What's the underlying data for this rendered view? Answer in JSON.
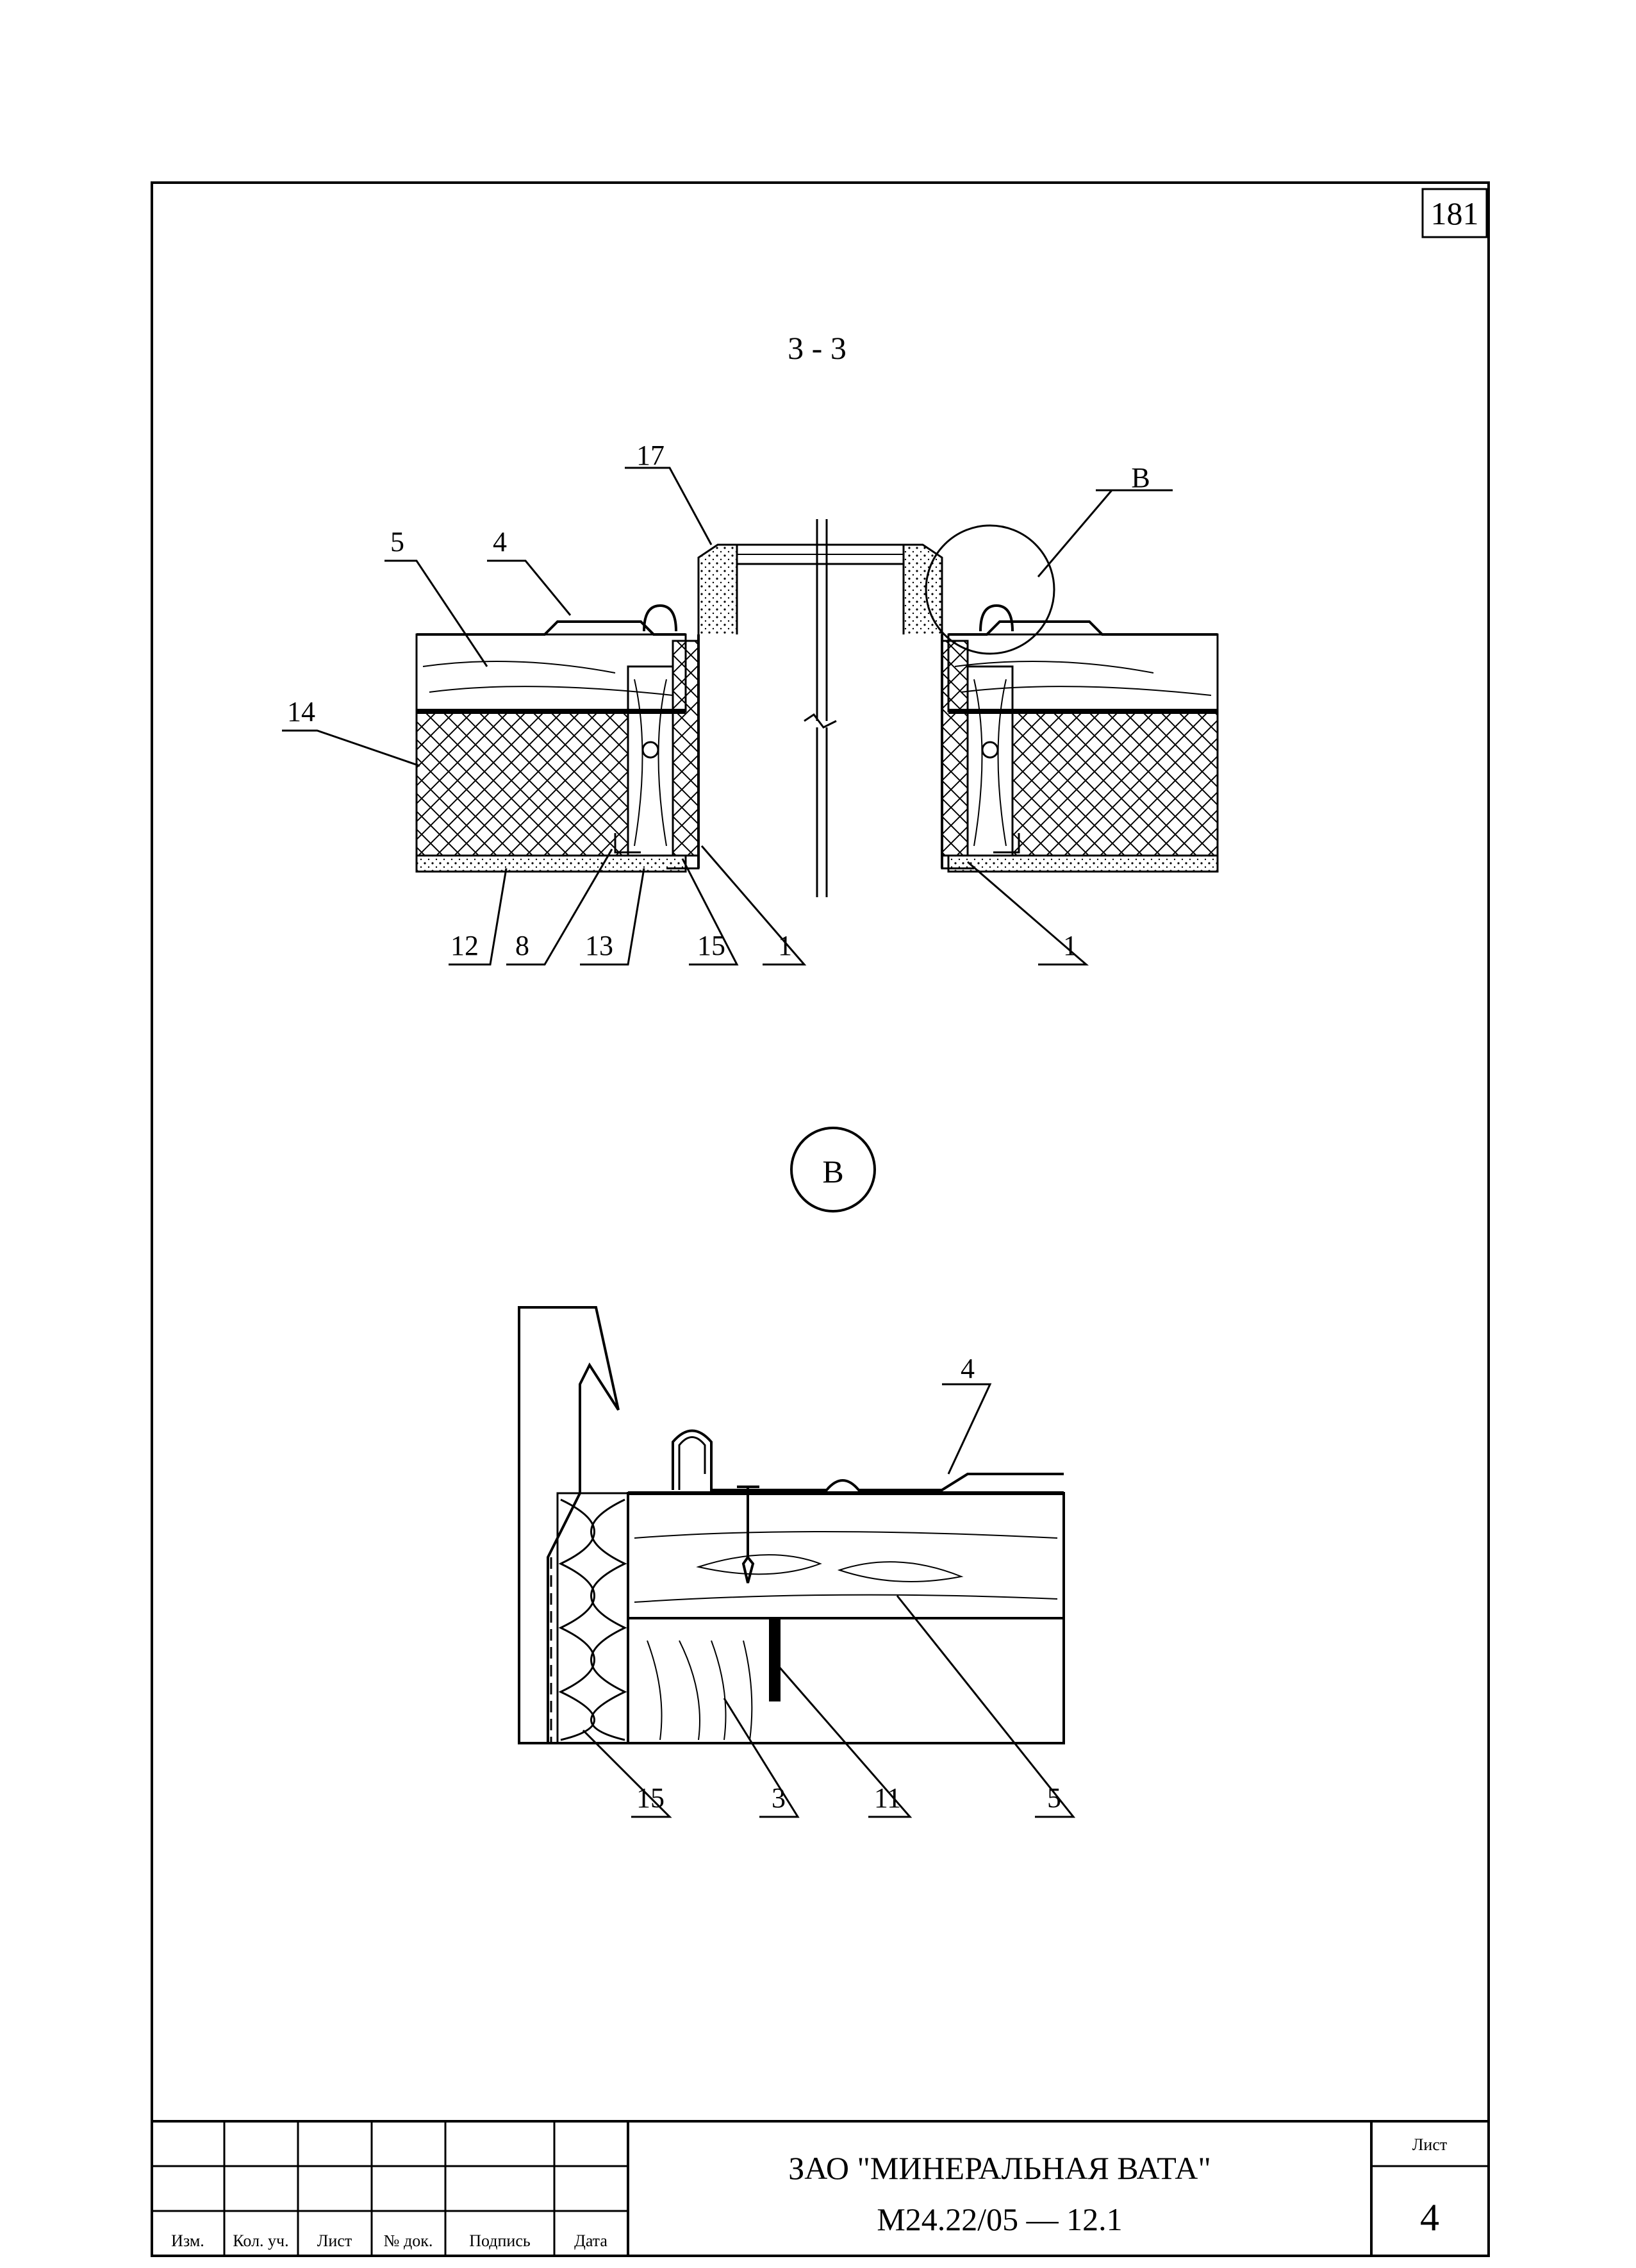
{
  "sheet_number": "181",
  "section_title": "3 - 3",
  "detail_marker": "В",
  "section_labels": {
    "l17": "17",
    "lB": "В",
    "l5": "5",
    "l4": "4",
    "l14": "14",
    "l12": "12",
    "l8": "8",
    "l13": "13",
    "l15": "15",
    "l1a": "1",
    "l1b": "1"
  },
  "detail_labels": {
    "d4": "4",
    "d15": "15",
    "d3": "3",
    "d11": "11",
    "d5": "5"
  },
  "title_block": {
    "col_izm": "Изм.",
    "col_kol": "Кол. уч.",
    "col_list": "Лист",
    "col_nodok": "№ док.",
    "col_podpis": "Подпись",
    "col_data": "Дата",
    "organization": "ЗАО \"МИНЕРАЛЬНАЯ ВАТА\"",
    "document_code": "М24.22/05 — 12.1",
    "sheet_label": "Лист",
    "sheet_value": "4"
  }
}
